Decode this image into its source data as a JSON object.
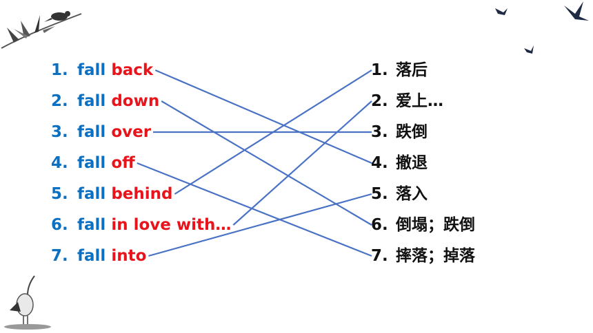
{
  "left_items": [
    {
      "num": "1.",
      "verb": "fall",
      "part": "back"
    },
    {
      "num": "2.",
      "verb": "fall",
      "part": "down"
    },
    {
      "num": "3.",
      "verb": "fall",
      "part": "over"
    },
    {
      "num": "4.",
      "verb": "fall",
      "part": "off"
    },
    {
      "num": "5.",
      "verb": "fall",
      "part": "behind"
    },
    {
      "num": "6.",
      "verb": "fall",
      "part": "in love with…"
    },
    {
      "num": "7.",
      "verb": "fall",
      "part": "into"
    }
  ],
  "right_items": [
    {
      "num": "1.",
      "text": "落后"
    },
    {
      "num": "2.",
      "text": "爱上…"
    },
    {
      "num": "3.",
      "text": "跌倒"
    },
    {
      "num": "4.",
      "text": "撤退"
    },
    {
      "num": "5.",
      "text": "落入"
    },
    {
      "num": "6.",
      "text": "倒塌；跌倒"
    },
    {
      "num": "7.",
      "text": "摔落；掉落"
    }
  ],
  "matches": [
    [
      1,
      4
    ],
    [
      2,
      6
    ],
    [
      3,
      3
    ],
    [
      4,
      7
    ],
    [
      5,
      1
    ],
    [
      6,
      2
    ],
    [
      7,
      5
    ]
  ],
  "colors": {
    "number_verb": "#0b6fc2",
    "particle": "#e8141b",
    "meaning": "#111111",
    "line": "#4a72c4"
  },
  "icons": [
    "ink-bamboo-bird-icon",
    "flying-birds-icon",
    "ink-crane-icon"
  ]
}
